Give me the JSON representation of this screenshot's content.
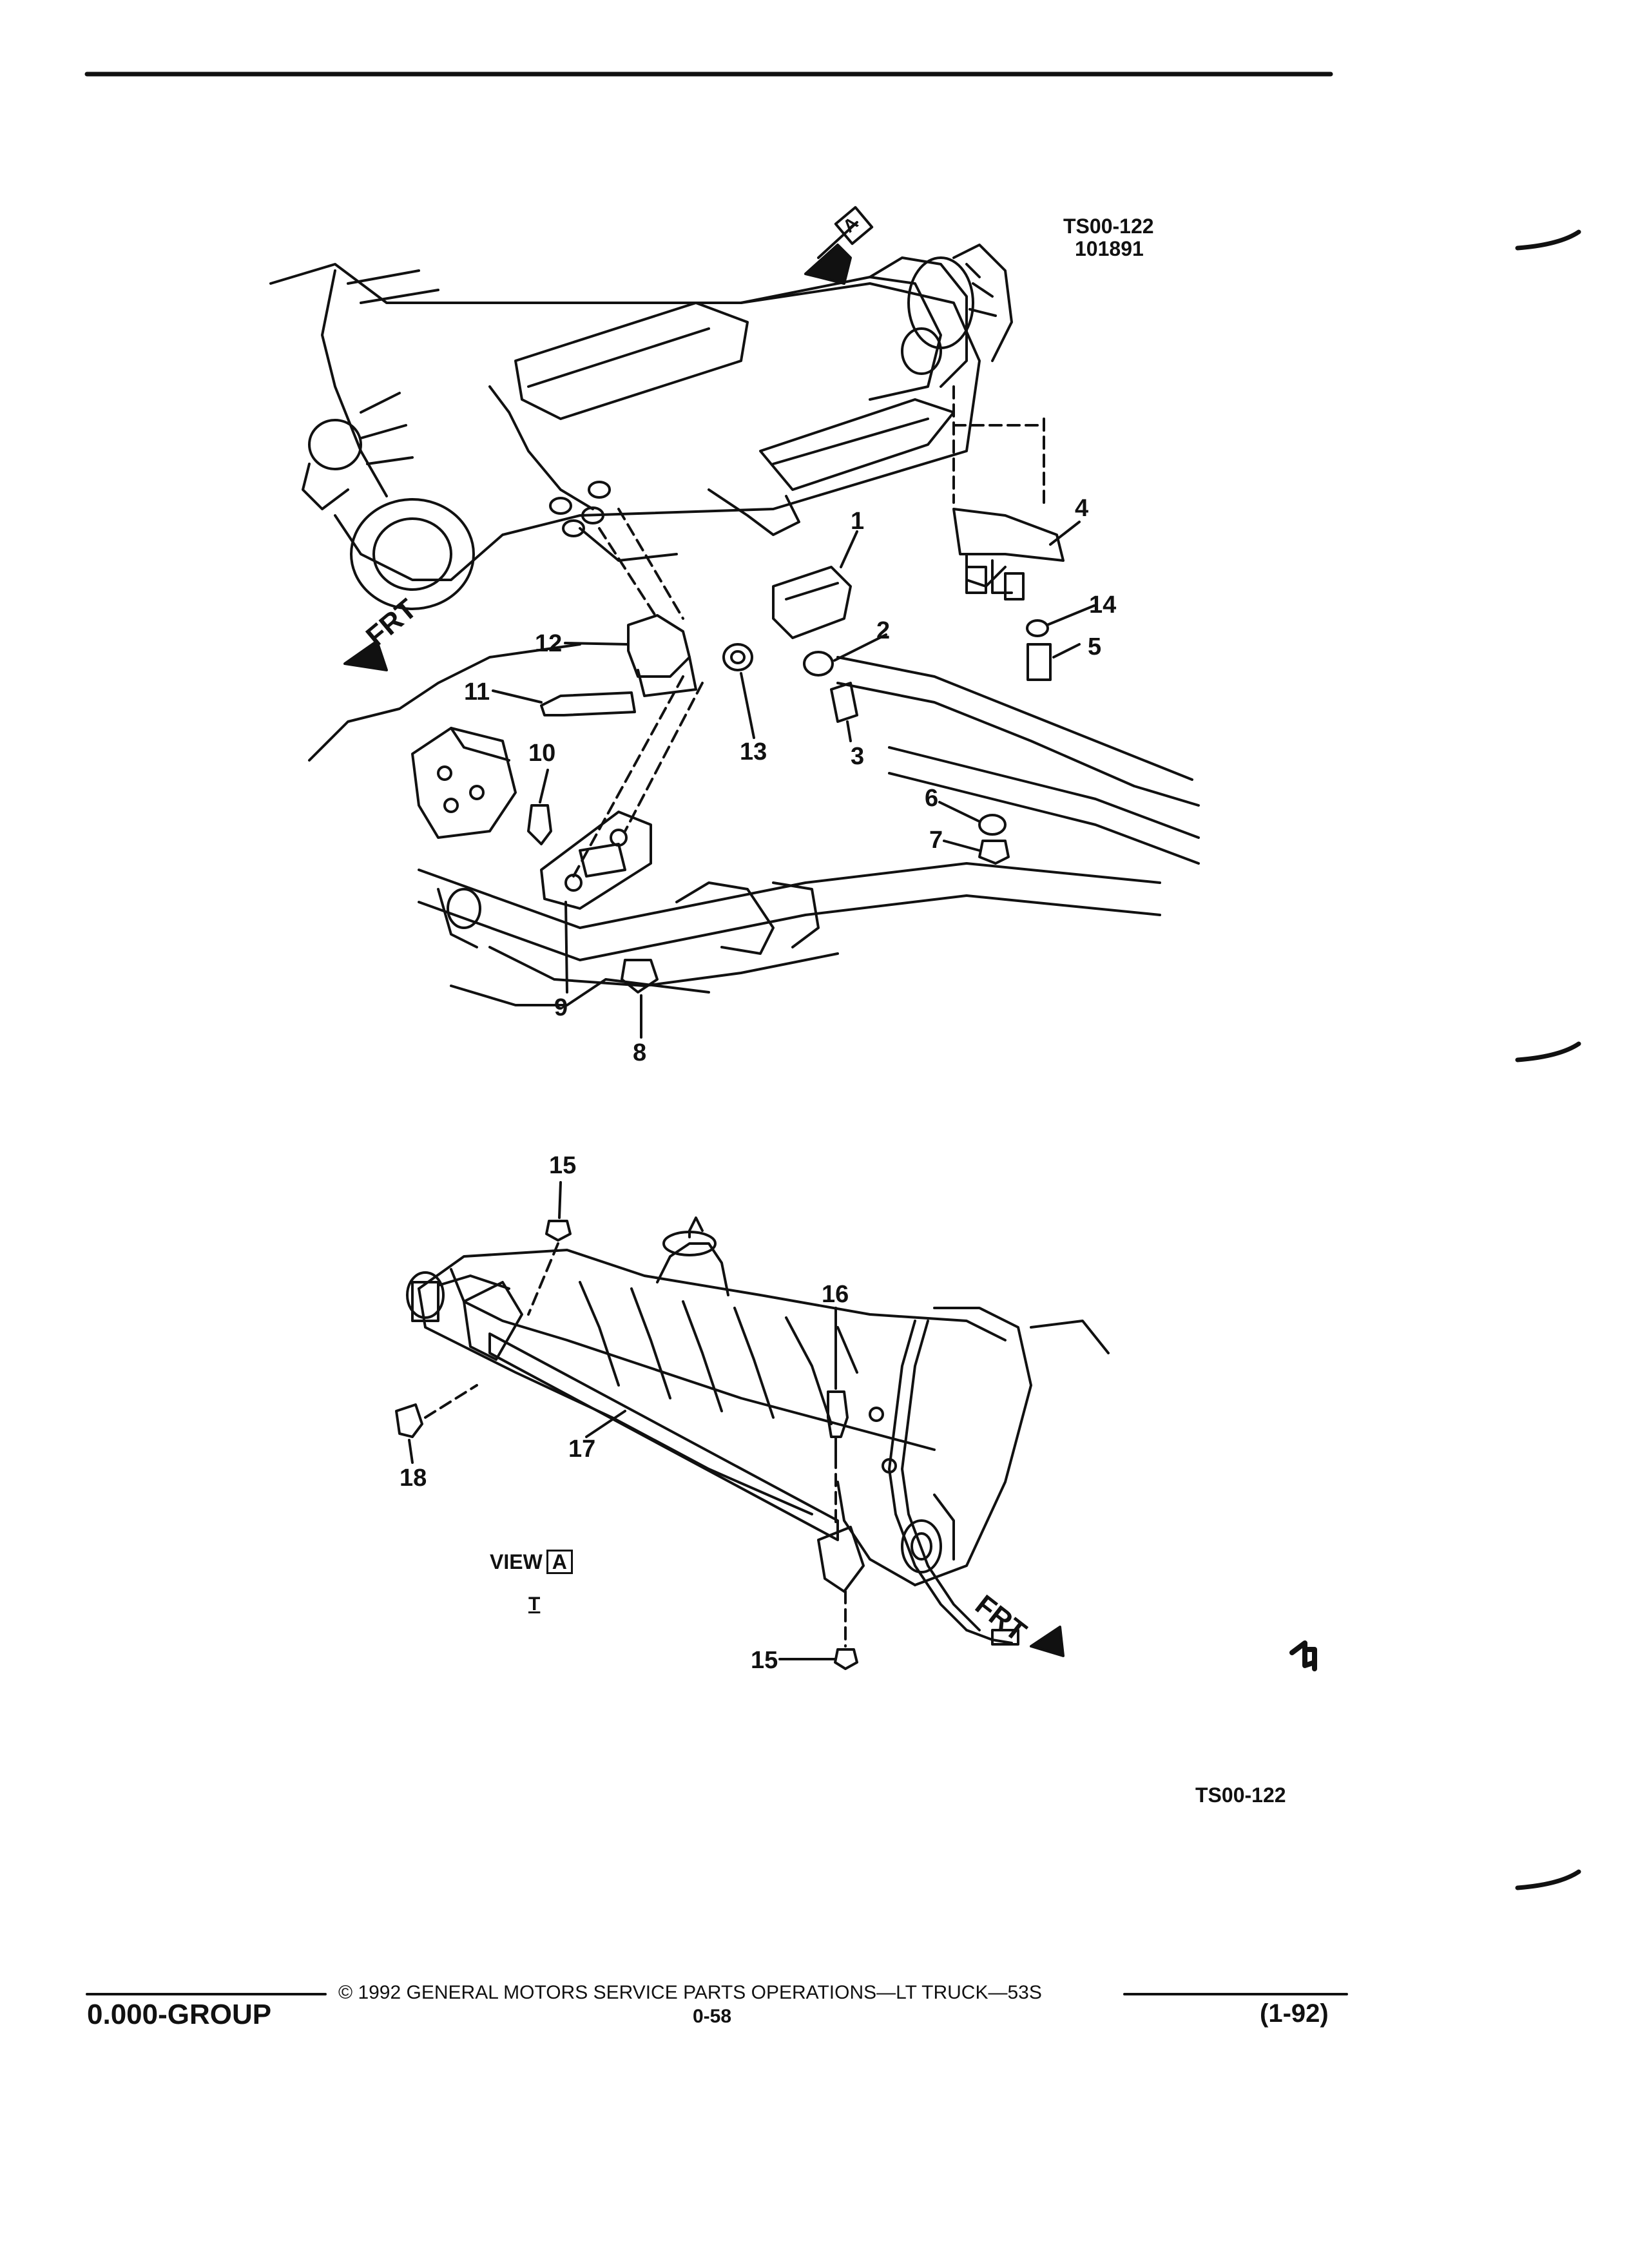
{
  "figure_id": "TS00-122",
  "figure_date": "101891",
  "figure_id_bottom": "TS00-122",
  "view_label": "VIEW",
  "view_letter": "A",
  "view_arrow_letter": "A",
  "view_note": "T",
  "frt_label": "FRT",
  "callouts": {
    "n1": "1",
    "n2": "2",
    "n3": "3",
    "n4": "4",
    "n5": "5",
    "n6": "6",
    "n7": "7",
    "n8": "8",
    "n9": "9",
    "n10": "10",
    "n11": "11",
    "n12": "12",
    "n13": "13",
    "n14": "14",
    "n15a": "15",
    "n15b": "15",
    "n16": "16",
    "n17": "17",
    "n18": "18"
  },
  "footer": {
    "group": "0.000-GROUP",
    "copyright": "© 1992 GENERAL MOTORS SERVICE PARTS OPERATIONS—LT TRUCK—53S",
    "page": "0-58",
    "revision": "(1-92)"
  }
}
